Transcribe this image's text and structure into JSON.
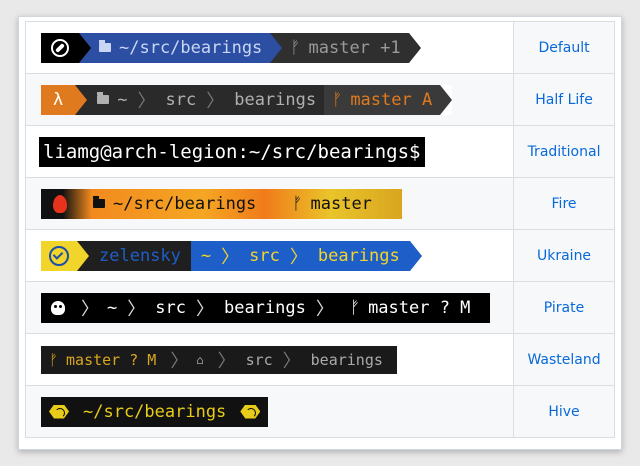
{
  "rows": [
    {
      "name": "Default",
      "path": "~/src/bearings",
      "branch": "master +1"
    },
    {
      "name": "Half Life",
      "lambda": "λ",
      "home": "~",
      "dir1": "src",
      "dir2": "bearings",
      "branch": "master A"
    },
    {
      "name": "Traditional",
      "prompt": "liamg@arch-legion:~/src/bearings$"
    },
    {
      "name": "Fire",
      "path": "~/src/bearings",
      "branch": "master"
    },
    {
      "name": "Ukraine",
      "user": "zelensky",
      "home": "~",
      "dir1": "src",
      "dir2": "bearings"
    },
    {
      "name": "Pirate",
      "home": "~",
      "dir1": "src",
      "dir2": "bearings",
      "branch": "master ? M"
    },
    {
      "name": "Wasteland",
      "branch": "master ? M",
      "dir1": "src",
      "dir2": "bearings"
    },
    {
      "name": "Hive",
      "path": "~/src/bearings"
    }
  ],
  "branch_glyph": "ᚠ",
  "thin_sep": "〉",
  "house_glyph": "⌂",
  "colors": {
    "link": "#0969da",
    "default_blue": "#2d4fa3",
    "halflife_orange": "#e07a1f",
    "ukraine_yellow": "#f2d52b",
    "ukraine_blue": "#1e5ec8",
    "hive_yellow": "#e8cc1a"
  }
}
